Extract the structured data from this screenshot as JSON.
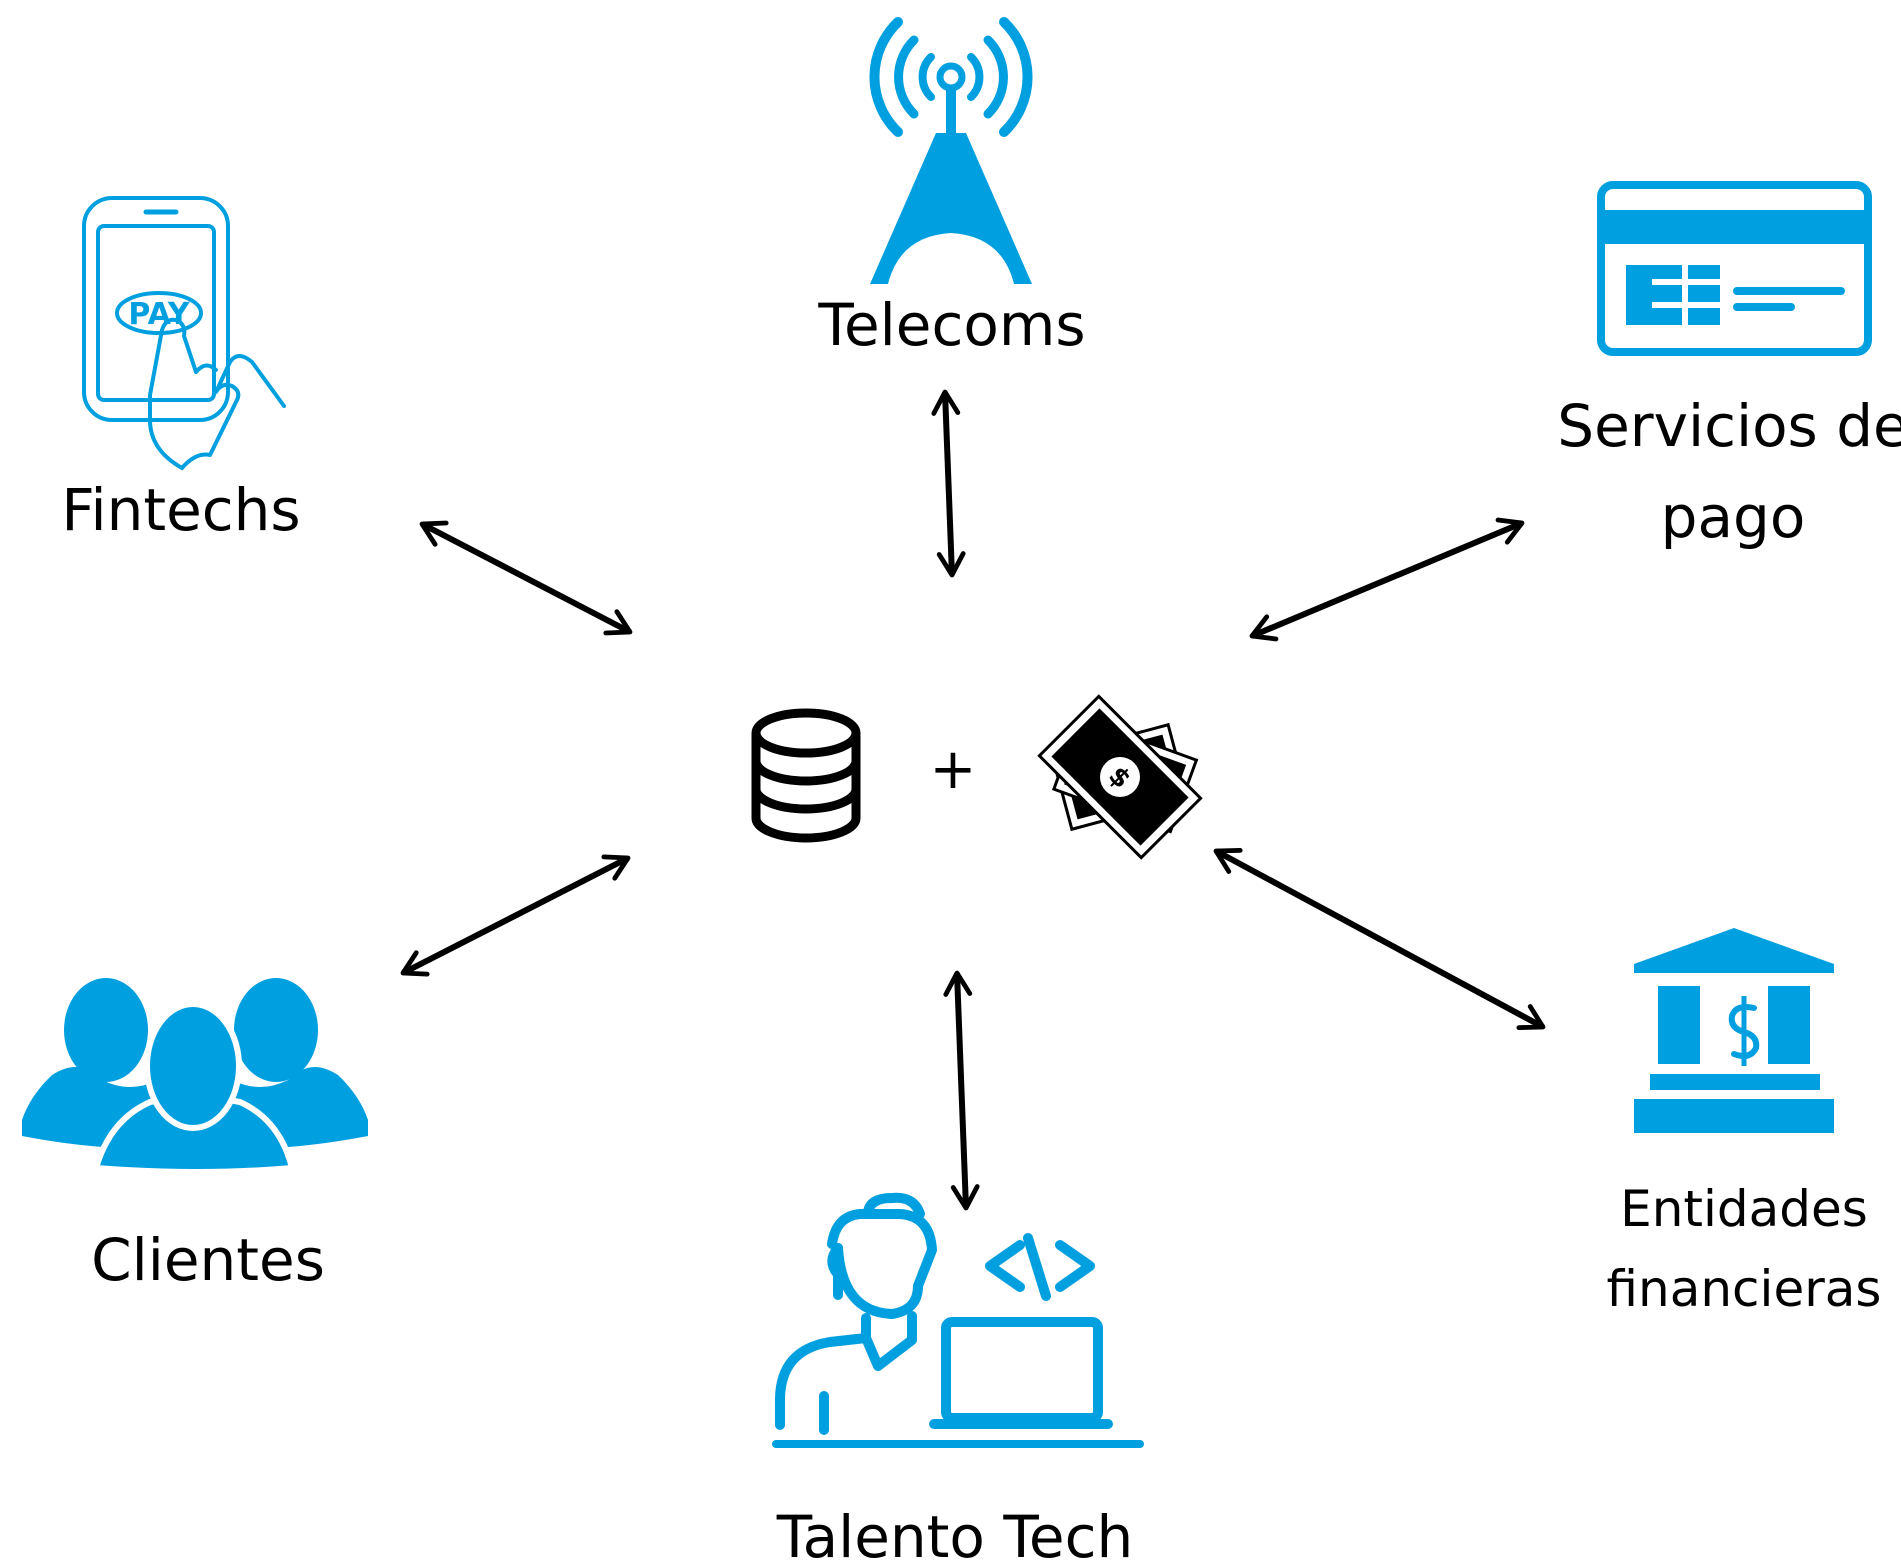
{
  "colors": {
    "accent": "#009fdf",
    "ink": "#000000",
    "background": "#ffffff"
  },
  "center": {
    "plus": "+",
    "left_icon": "database-icon",
    "right_icon": "money-bills-icon"
  },
  "nodes": {
    "telecoms": {
      "label": "Telecoms",
      "icon": "radio-tower-icon"
    },
    "fintechs": {
      "label": "Fintechs",
      "icon": "phone-pay-icon",
      "icon_text": "PAY"
    },
    "servicios": {
      "label_line1": "Servicios de",
      "label_line2": "pago",
      "icon": "credit-card-icon"
    },
    "clientes": {
      "label": "Clientes",
      "icon": "people-group-icon"
    },
    "talento": {
      "label": "Talento Tech",
      "icon": "developer-laptop-icon",
      "icon_text": "</>"
    },
    "entidades": {
      "label_line1": "Entidades",
      "label_line2": "financieras",
      "icon": "bank-icon",
      "icon_text": "$"
    }
  }
}
